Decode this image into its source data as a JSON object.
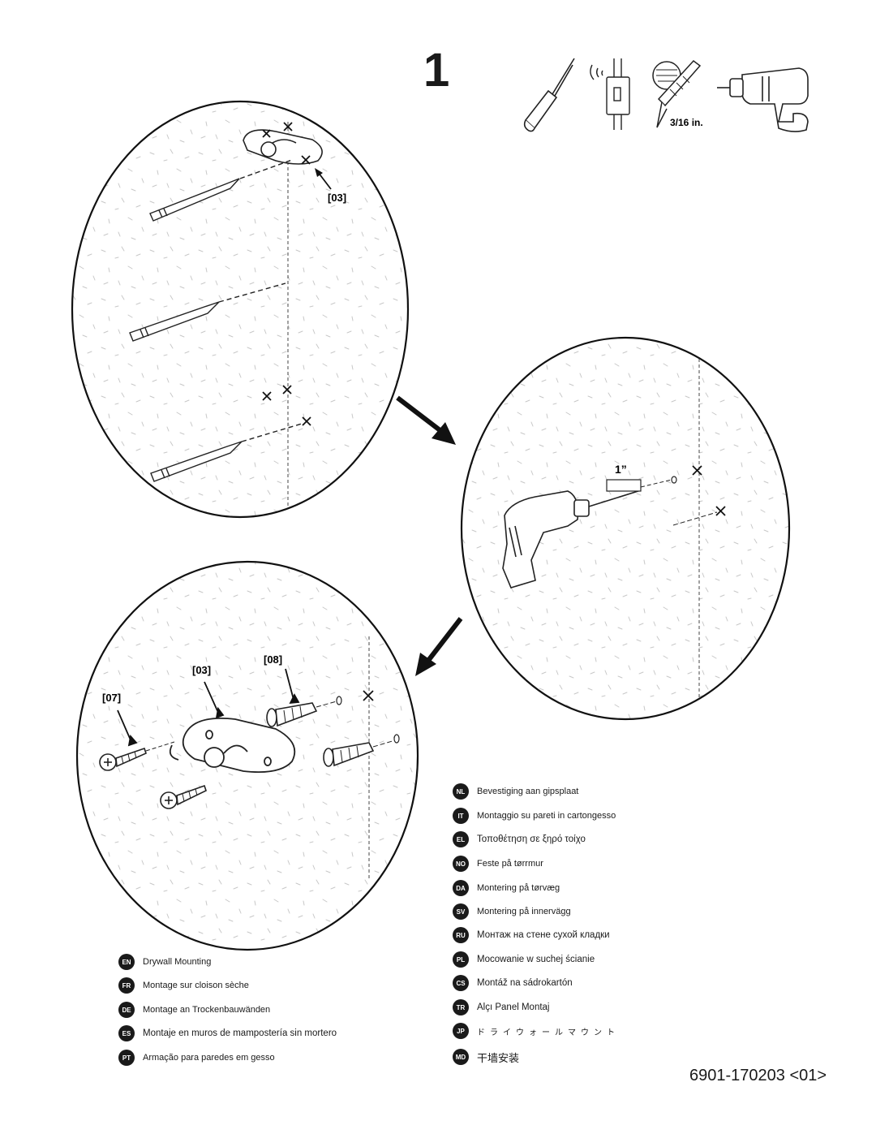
{
  "step": {
    "number": "1"
  },
  "tools": {
    "drill_bit_size": "3/16 in."
  },
  "labels": {
    "part_03_top": "[03]",
    "drill_depth": "1”",
    "part_08": "[08]",
    "part_03_bottom": "[03]",
    "part_07": "[07]"
  },
  "languages_left": [
    {
      "code": "EN",
      "text": "Drywall Mounting"
    },
    {
      "code": "FR",
      "text": "Montage sur cloison sèche"
    },
    {
      "code": "DE",
      "text": "Montage an Trockenbauwänden"
    },
    {
      "code": "ES",
      "text": "Montaje en muros de mampostería sin mortero"
    },
    {
      "code": "PT",
      "text": "Armação para paredes em gesso"
    }
  ],
  "languages_right": [
    {
      "code": "NL",
      "text": "Bevestiging aan gipsplaat"
    },
    {
      "code": "IT",
      "text": "Montaggio su pareti in cartongesso"
    },
    {
      "code": "EL",
      "text": "Τοποθέτηση σε ξηρό τοίχο"
    },
    {
      "code": "NO",
      "text": "Feste på tørrmur"
    },
    {
      "code": "DA",
      "text": "Montering på tørvæg"
    },
    {
      "code": "SV",
      "text": "Montering på innervägg"
    },
    {
      "code": "RU",
      "text": "Монтаж на стене сухой кладки"
    },
    {
      "code": "PL",
      "text": "Mocowanie w suchej ścianie"
    },
    {
      "code": "CS",
      "text": "Montáž na sádrokartón"
    },
    {
      "code": "TR",
      "text": "Alçı Panel Montaj"
    },
    {
      "code": "JP",
      "text": "ドライウォールマウント"
    },
    {
      "code": "MD",
      "text": "干墙安装"
    }
  ],
  "document_code": "6901-170203 <01>",
  "icons": [
    "screwdriver-icon",
    "stud-finder-icon",
    "drill-bit-icon",
    "power-drill-icon",
    "pencil-icon",
    "wall-plate-icon",
    "screw-icon",
    "wall-anchor-icon",
    "arrow-icon",
    "x-mark-icon"
  ]
}
